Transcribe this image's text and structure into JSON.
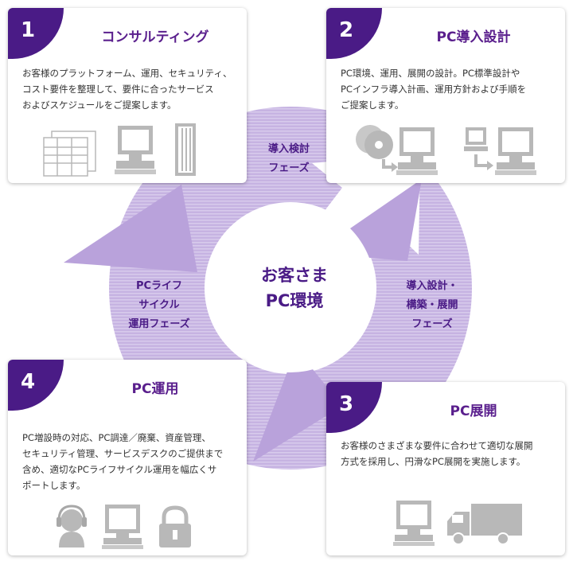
{
  "center": {
    "line1": "お客さま",
    "line2": "PC環境"
  },
  "phases": {
    "review": {
      "line1": "導入検討",
      "line2": "フェーズ"
    },
    "build": {
      "line1": "導入設計・",
      "line2": "構築・展開",
      "line3": "フェーズ"
    },
    "lifecycle": {
      "line1": "PCライフ",
      "line2": "サイクル",
      "line3": "運用フェーズ"
    }
  },
  "cards": [
    {
      "number": "1",
      "title": "コンサルティング",
      "desc": [
        "お客様のプラットフォーム、運用、セキュリティ、",
        "コスト要件を整理して、要件に合ったサービス",
        "およびスケジュールをご提案します。"
      ],
      "icons": [
        "document-icon",
        "computer-icon",
        "server-tower-icon"
      ]
    },
    {
      "number": "2",
      "title": "PC導入設計",
      "desc": [
        "PC環境、運用、展開の設計。PC標準設計や",
        "PCインフラ導入計画、運用方針および手順を",
        "ご提案します。"
      ],
      "icons": [
        "disc-install-icon",
        "computer-icon",
        "pc-to-pc-transfer-icon"
      ]
    },
    {
      "number": "3",
      "title": "PC展開",
      "desc": [
        "お客様のさまざまな要件に合わせて適切な展開",
        "方式を採用し、円滑なPC展開を実施します。"
      ],
      "icons": [
        "computer-icon",
        "delivery-truck-icon"
      ]
    },
    {
      "number": "4",
      "title": "PC運用",
      "desc": [
        "PC増設時の対応、PC調達／廃棄、資産管理、",
        "セキュリティ管理、サービスデスクのご提供まで",
        "含め、適切なPCライフサイクル運用を幅広くサ",
        "ポートします。"
      ],
      "icons": [
        "headset-operator-icon",
        "computer-icon",
        "padlock-icon"
      ]
    }
  ],
  "colors": {
    "accent": "#4a1b86",
    "title": "#5a1f8d",
    "cycle": "#c4b0e0",
    "icon": "#b8b8b8"
  }
}
